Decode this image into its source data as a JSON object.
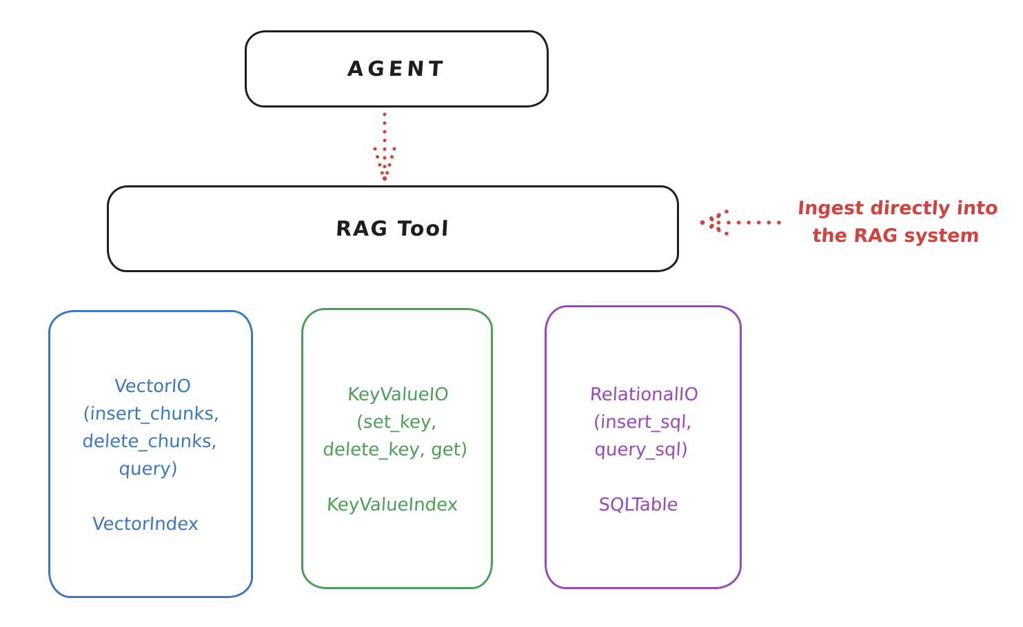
{
  "colors": {
    "stroke_black": "#1e1e1e",
    "red": "#cf443e",
    "blue": "#3b77c4",
    "green": "#4aa057",
    "purple": "#9a46be",
    "background": "#ffffff"
  },
  "nodes": {
    "agent": {
      "label": "AGENT"
    },
    "rag_tool": {
      "label": "RAG Tool"
    },
    "vector_io": {
      "lines": [
        "VectorIO",
        "(insert_chunks,",
        "delete_chunks,",
        "query)"
      ],
      "index_label": "VectorIndex",
      "color": "#3b77c4"
    },
    "key_value_io": {
      "lines": [
        "KeyValueIO",
        "(set_key,",
        "delete_key, get)"
      ],
      "index_label": "KeyValueIndex",
      "color": "#4aa057"
    },
    "relational_io": {
      "lines": [
        "RelationalIO",
        "(insert_sql,",
        "query_sql)"
      ],
      "index_label": "SQLTable",
      "color": "#9a46be"
    }
  },
  "annotation": {
    "line1": "Ingest directly into",
    "line2": "the RAG system",
    "color": "#cf443e"
  },
  "arrows": [
    {
      "name": "agent-to-rag-tool",
      "style": "dotted",
      "direction": "down",
      "color": "#cf443e"
    },
    {
      "name": "annotation-to-rag-tool",
      "style": "dotted",
      "direction": "left",
      "color": "#cf443e"
    }
  ]
}
